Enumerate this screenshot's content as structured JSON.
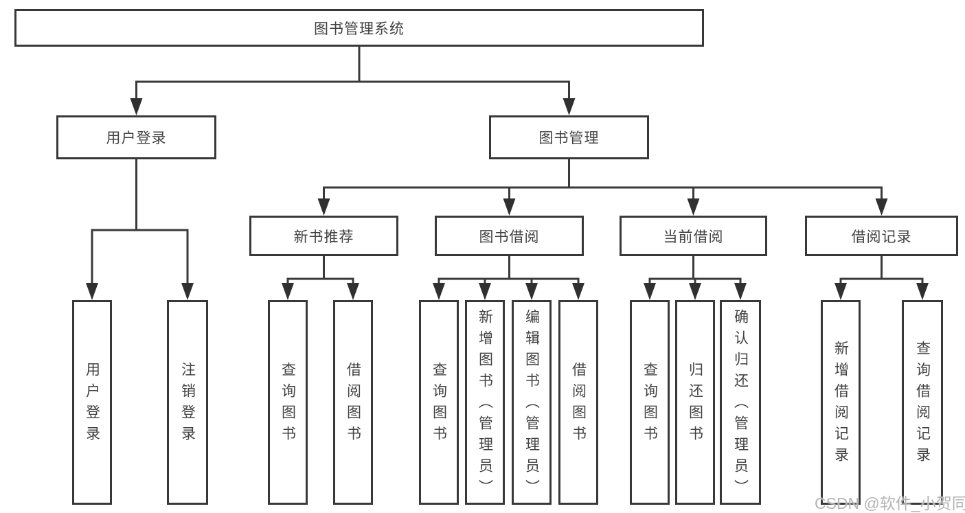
{
  "tree": {
    "label": "图书管理系统",
    "children": [
      {
        "label": "用户登录",
        "children": [
          {
            "label": "用户登录"
          },
          {
            "label": "注销登录"
          }
        ]
      },
      {
        "label": "图书管理",
        "children": [
          {
            "label": "新书推荐",
            "children": [
              {
                "label": "查询图书"
              },
              {
                "label": "借阅图书"
              }
            ]
          },
          {
            "label": "图书借阅",
            "children": [
              {
                "label": "查询图书"
              },
              {
                "label": "新增图书（管理员）"
              },
              {
                "label": "编辑图书（管理员）"
              },
              {
                "label": "借阅图书"
              }
            ]
          },
          {
            "label": "当前借阅",
            "children": [
              {
                "label": "查询图书"
              },
              {
                "label": "归还图书"
              },
              {
                "label": "确认归还（管理员）"
              }
            ]
          },
          {
            "label": "借阅记录",
            "children": [
              {
                "label": "新增借阅记录"
              },
              {
                "label": "查询借阅记录"
              }
            ]
          }
        ]
      }
    ]
  },
  "watermark": "CSDN @软件_小贺同学",
  "colors": {
    "line": "#3a3a3a",
    "border": "#383838",
    "text": "#424242",
    "watermark": "#b4b4b4",
    "background": "#ffffff"
  }
}
